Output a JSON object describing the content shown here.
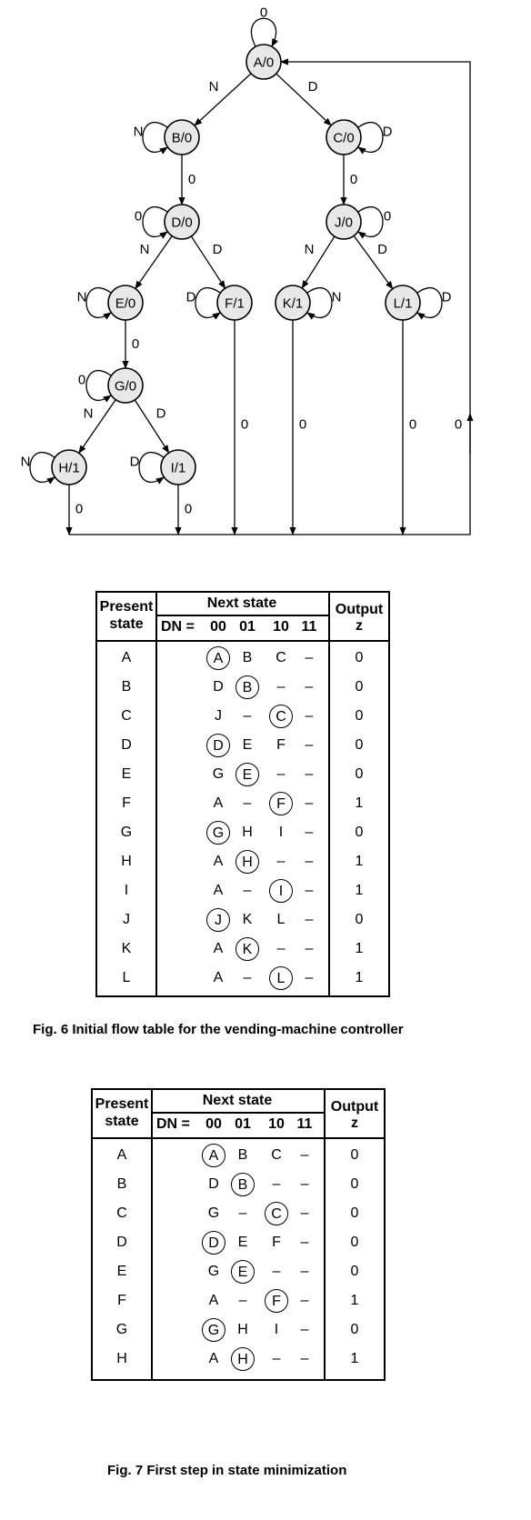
{
  "diagram": {
    "nodes": [
      {
        "id": "A",
        "label": "A/0"
      },
      {
        "id": "B",
        "label": "B/0"
      },
      {
        "id": "C",
        "label": "C/0"
      },
      {
        "id": "D",
        "label": "D/0"
      },
      {
        "id": "J",
        "label": "J/0"
      },
      {
        "id": "E",
        "label": "E/0"
      },
      {
        "id": "F",
        "label": "F/1"
      },
      {
        "id": "K",
        "label": "K/1"
      },
      {
        "id": "L",
        "label": "L/1"
      },
      {
        "id": "G",
        "label": "G/0"
      },
      {
        "id": "H",
        "label": "H/1"
      },
      {
        "id": "I",
        "label": "I/1"
      }
    ],
    "self_loops": [
      {
        "node": "A",
        "label": "0"
      },
      {
        "node": "B",
        "label": "N"
      },
      {
        "node": "C",
        "label": "D"
      },
      {
        "node": "D",
        "label": "0"
      },
      {
        "node": "J",
        "label": "0"
      },
      {
        "node": "E",
        "label": "N"
      },
      {
        "node": "F",
        "label": "D"
      },
      {
        "node": "K",
        "label": "N"
      },
      {
        "node": "L",
        "label": "D"
      },
      {
        "node": "G",
        "label": "0"
      },
      {
        "node": "H",
        "label": "N"
      },
      {
        "node": "I",
        "label": "D"
      }
    ],
    "edges": [
      {
        "from": "A",
        "to": "B",
        "label": "N"
      },
      {
        "from": "A",
        "to": "C",
        "label": "D"
      },
      {
        "from": "B",
        "to": "D",
        "label": "0"
      },
      {
        "from": "C",
        "to": "J",
        "label": "0"
      },
      {
        "from": "D",
        "to": "E",
        "label": "N"
      },
      {
        "from": "D",
        "to": "F",
        "label": "D"
      },
      {
        "from": "J",
        "to": "K",
        "label": "N"
      },
      {
        "from": "J",
        "to": "L",
        "label": "D"
      },
      {
        "from": "E",
        "to": "G",
        "label": "0"
      },
      {
        "from": "G",
        "to": "H",
        "label": "N"
      },
      {
        "from": "G",
        "to": "I",
        "label": "D"
      }
    ],
    "return_edges": [
      {
        "from": "H",
        "label": "0"
      },
      {
        "from": "I",
        "label": "0"
      },
      {
        "from": "F",
        "label": "0"
      },
      {
        "from": "K",
        "label": "0"
      },
      {
        "from": "L",
        "label": "0"
      }
    ],
    "return_bus_label": "0"
  },
  "table1": {
    "header": {
      "present_state": [
        "Present",
        "state"
      ],
      "next_state": "Next state",
      "dn": "DN =",
      "columns": [
        "00",
        "01",
        "10",
        "11"
      ],
      "output": [
        "Output",
        "z"
      ]
    },
    "rows": [
      {
        "state": "A",
        "next": [
          "A",
          "B",
          "C",
          "–"
        ],
        "stable": 0,
        "z": "0"
      },
      {
        "state": "B",
        "next": [
          "D",
          "B",
          "–",
          "–"
        ],
        "stable": 1,
        "z": "0"
      },
      {
        "state": "C",
        "next": [
          "J",
          "–",
          "C",
          "–"
        ],
        "stable": 2,
        "z": "0"
      },
      {
        "state": "D",
        "next": [
          "D",
          "E",
          "F",
          "–"
        ],
        "stable": 0,
        "z": "0"
      },
      {
        "state": "E",
        "next": [
          "G",
          "E",
          "–",
          "–"
        ],
        "stable": 1,
        "z": "0"
      },
      {
        "state": "F",
        "next": [
          "A",
          "–",
          "F",
          "–"
        ],
        "stable": 2,
        "z": "1"
      },
      {
        "state": "G",
        "next": [
          "G",
          "H",
          "I",
          "–"
        ],
        "stable": 0,
        "z": "0"
      },
      {
        "state": "H",
        "next": [
          "A",
          "H",
          "–",
          "–"
        ],
        "stable": 1,
        "z": "1"
      },
      {
        "state": "I",
        "next": [
          "A",
          "–",
          "I",
          "–"
        ],
        "stable": 2,
        "z": "1"
      },
      {
        "state": "J",
        "next": [
          "J",
          "K",
          "L",
          "–"
        ],
        "stable": 0,
        "z": "0"
      },
      {
        "state": "K",
        "next": [
          "A",
          "K",
          "–",
          "–"
        ],
        "stable": 1,
        "z": "1"
      },
      {
        "state": "L",
        "next": [
          "A",
          "–",
          "L",
          "–"
        ],
        "stable": 2,
        "z": "1"
      }
    ],
    "caption": "Fig. 6 Initial flow table for the vending-machine controller"
  },
  "table2": {
    "header": {
      "present_state": [
        "Present",
        "state"
      ],
      "next_state": "Next state",
      "dn": "DN =",
      "columns": [
        "00",
        "01",
        "10",
        "11"
      ],
      "output": [
        "Output",
        "z"
      ]
    },
    "rows": [
      {
        "state": "A",
        "next": [
          "A",
          "B",
          "C",
          "–"
        ],
        "stable": 0,
        "z": "0"
      },
      {
        "state": "B",
        "next": [
          "D",
          "B",
          "–",
          "–"
        ],
        "stable": 1,
        "z": "0"
      },
      {
        "state": "C",
        "next": [
          "G",
          "–",
          "C",
          "–"
        ],
        "stable": 2,
        "z": "0"
      },
      {
        "state": "D",
        "next": [
          "D",
          "E",
          "F",
          "–"
        ],
        "stable": 0,
        "z": "0"
      },
      {
        "state": "E",
        "next": [
          "G",
          "E",
          "–",
          "–"
        ],
        "stable": 1,
        "z": "0"
      },
      {
        "state": "F",
        "next": [
          "A",
          "–",
          "F",
          "–"
        ],
        "stable": 2,
        "z": "1"
      },
      {
        "state": "G",
        "next": [
          "G",
          "H",
          "I",
          "–"
        ],
        "stable": 0,
        "z": "0"
      },
      {
        "state": "H",
        "next": [
          "A",
          "H",
          "–",
          "–"
        ],
        "stable": 1,
        "z": "1"
      }
    ],
    "caption": "Fig. 7 First step in state minimization"
  }
}
